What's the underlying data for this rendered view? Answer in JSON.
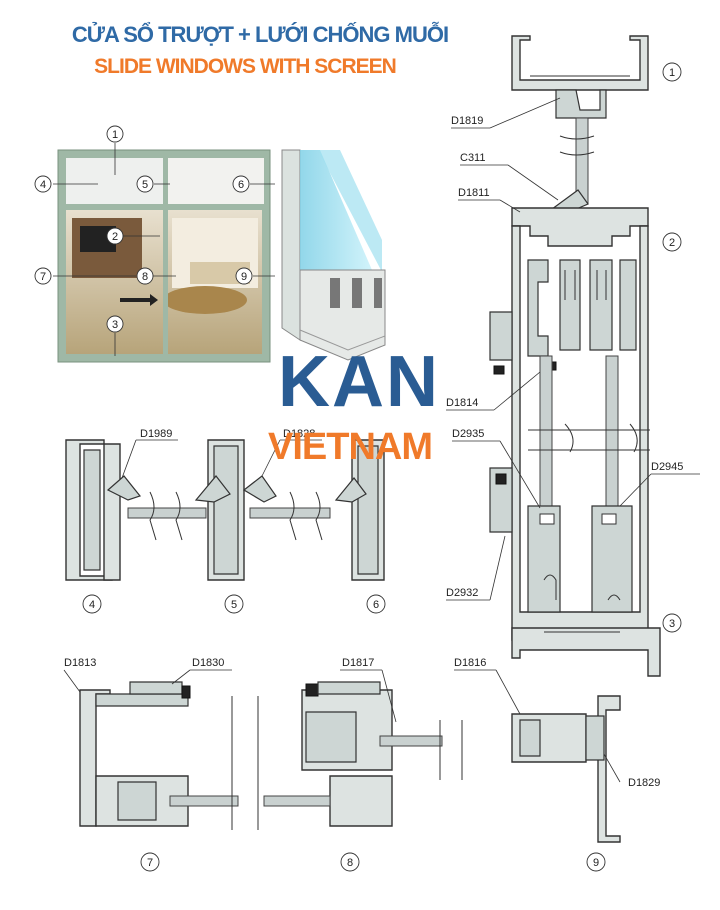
{
  "title_vn": "CỬA SỔ TRƯỢT + LƯỚI CHỐNG MUỖI",
  "title_en": "SLIDE WINDOWS  WITH SCREEN",
  "brand": {
    "name": "KAN",
    "sub": "VIETNAM"
  },
  "photo_markers": [
    "1",
    "2",
    "3",
    "4",
    "5",
    "6",
    "7",
    "8",
    "9"
  ],
  "section_numbers": [
    "1",
    "2",
    "3",
    "4",
    "5",
    "6",
    "7",
    "8",
    "9"
  ],
  "part_codes": {
    "d1819": "D1819",
    "c311": "C311",
    "d1811": "D1811",
    "d1814": "D1814",
    "d2935": "D2935",
    "d2945": "D2945",
    "d2932": "D2932",
    "d1989": "D1989",
    "d1828": "D1828",
    "d1813": "D1813",
    "d1830": "D1830",
    "d1817": "D1817",
    "d1816": "D1816",
    "d1829": "D1829"
  },
  "colors": {
    "title_blue": "#2f6aa6",
    "title_orange": "#f07a2a",
    "brand_blue": "#2a5c93",
    "frame_green": "#9fb8a6"
  }
}
